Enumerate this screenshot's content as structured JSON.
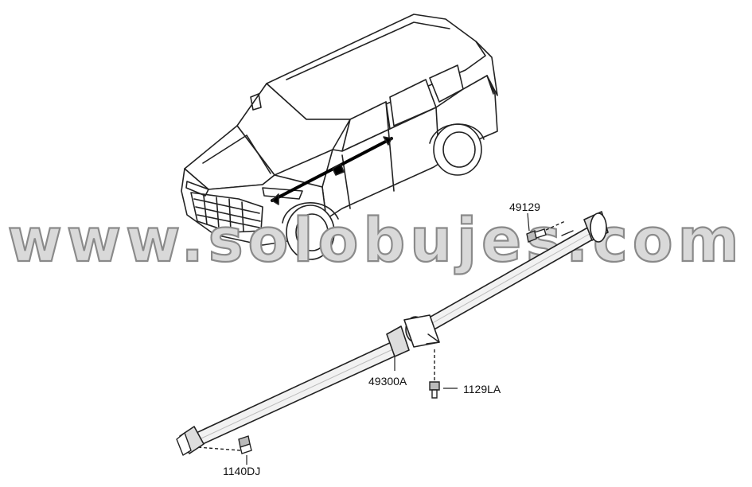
{
  "watermark": {
    "text": "www.solobujes.com"
  },
  "vehicle": {
    "icon": "suv-line-drawing-icon"
  },
  "parts": [
    {
      "id": "49129",
      "name": "bolt-49129"
    },
    {
      "id": "49300A",
      "name": "propeller-shaft-assembly"
    },
    {
      "id": "1129LA",
      "name": "bolt-1129LA"
    },
    {
      "id": "1140DJ",
      "name": "bolt-1140DJ"
    }
  ],
  "labels": {
    "p49129": "49129",
    "p49300A": "49300A",
    "p1129LA": "1129LA",
    "p1140DJ": "1140DJ"
  }
}
